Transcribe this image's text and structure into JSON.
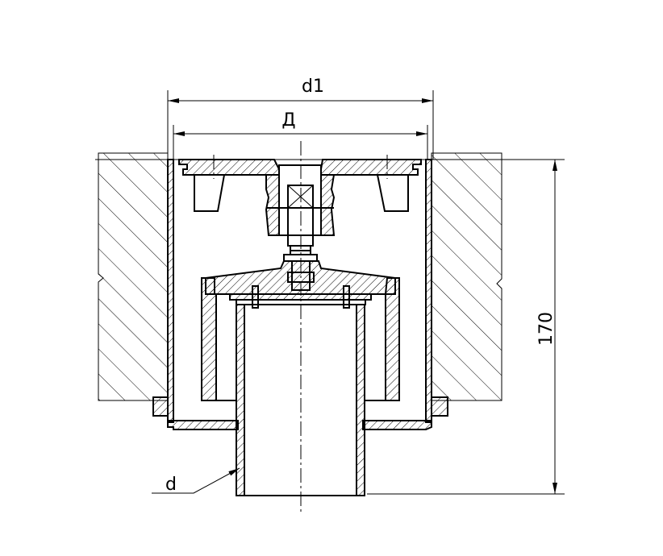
{
  "drawing": {
    "dimensions": {
      "outer_diameter_label": "d1",
      "inner_diameter_label": "Д",
      "height_label": "170",
      "pipe_diameter_label": "d"
    }
  }
}
